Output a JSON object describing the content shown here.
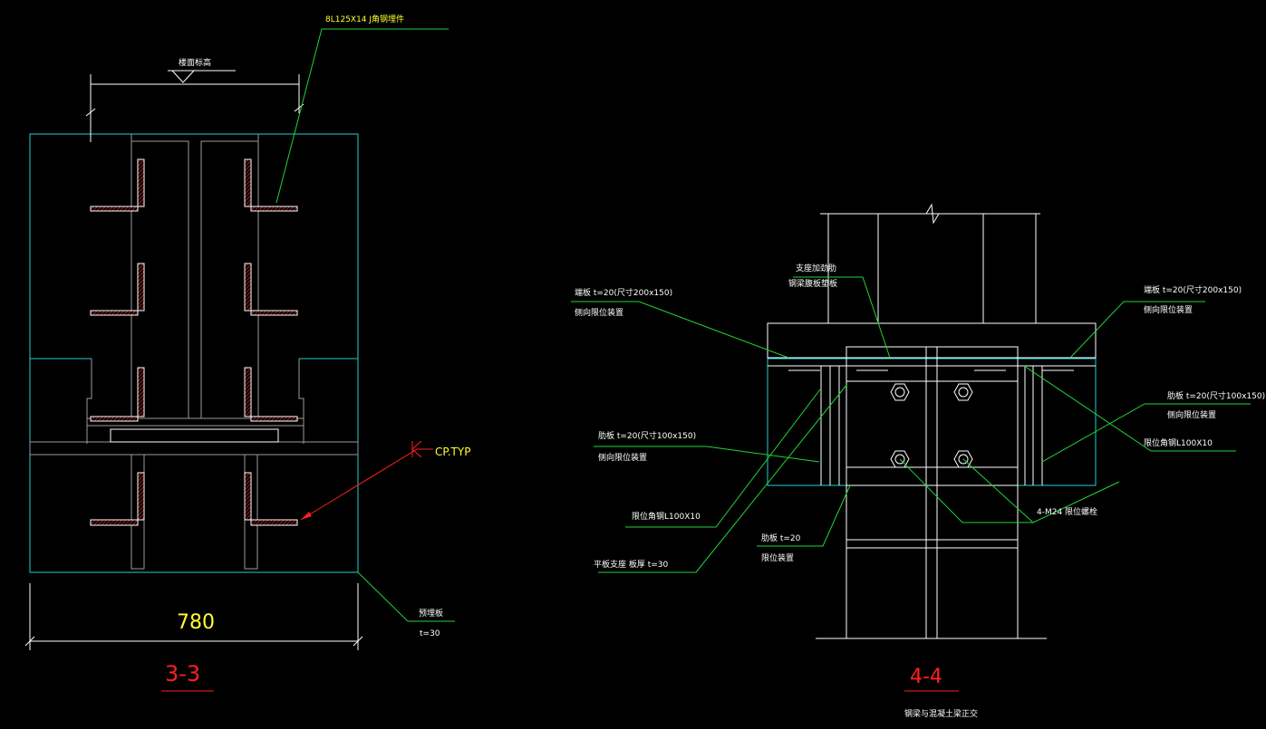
{
  "section_3": {
    "angle_note": "8L125X14 J角钢埋件",
    "floor_level": "楼面标高",
    "weld_note": "CP.TYP",
    "dimension": "780",
    "plate_name": "预埋板",
    "plate_thickness": "t=30",
    "title": "3-3"
  },
  "section_4": {
    "stiffener_line1": "支座加劲肋",
    "stiffener_line2": "钢梁腹板垫板",
    "left_plate_line1": "端板 t=20(尺寸200x150)",
    "left_plate_line2": "侧向限位装置",
    "right_plate_line1": "端板 t=20(尺寸200x150)",
    "right_plate_line2": "侧向限位装置",
    "left_rib_line1": "肋板 t=20(尺寸100x150)",
    "left_rib_line2": "侧向限位装置",
    "right_rib_line1": "肋板 t=20(尺寸100x150)",
    "right_rib_line2": "侧向限位装置",
    "left_angle": "限位角钢L100X10",
    "right_angle": "限位角钢L100X10",
    "sliding_bearing": "平板支座 板厚 t=30",
    "bottom_rib_line1": "肋板 t=20",
    "bottom_rib_line2": "限位装置",
    "bolts": "4-M24 限位螺栓",
    "title": "4-4",
    "subtitle": "钢梁与混凝土梁正交"
  },
  "colors": {
    "background": "#000000",
    "structure": "#ffffff",
    "concrete": "#20d0d0",
    "leader": "#1fd43a",
    "title": "#ff2020",
    "annotation": "#ffff30"
  }
}
